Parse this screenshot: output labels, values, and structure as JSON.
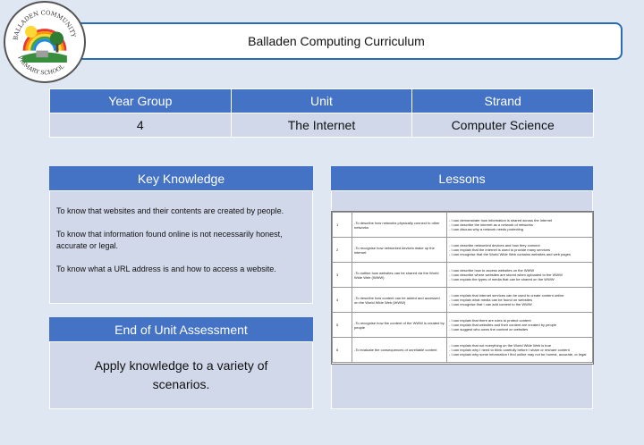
{
  "header": {
    "title": "Balladen Computing Curriculum",
    "logo_text_top": "BALLADEN COMMUNITY",
    "logo_text_bottom": "PRIMARY SCHOOL"
  },
  "info_table": {
    "headers": [
      "Year Group",
      "Unit",
      "Strand"
    ],
    "values": [
      "4",
      "The Internet",
      "Computer Science"
    ]
  },
  "key_knowledge": {
    "title": "Key Knowledge",
    "items": [
      "To know that websites and their contents are created by people.",
      "To know that information found online is not necessarily honest, accurate or legal.",
      "To know what a URL address is and how to access a website."
    ]
  },
  "assessment": {
    "title": "End of Unit Assessment",
    "text": "Apply knowledge to a variety of scenarios."
  },
  "lessons": {
    "title": "Lessons",
    "rows": [
      {
        "num": "1",
        "objective": "-To describe how networks physically connect to other networks",
        "outcomes": [
          "- I can demonstrate how information is shared across the internet",
          "- I can describe the internet as a network of networks",
          "- I can discuss why a network needs protecting"
        ]
      },
      {
        "num": "2",
        "objective": "-To recognise how networked devices make up the internet",
        "outcomes": [
          "- I can describe networked devices and how they connect",
          "- I can explain that the internet is used to provide many services",
          "- I can recognise that the World Wide Web contains websites and web pages"
        ]
      },
      {
        "num": "3",
        "objective": "-To outline how websites can be shared via the World Wide Web (WWW)",
        "outcomes": [
          "- I can describe how to access websites on the WWW",
          "- I can describe where websites are stored when uploaded to the WWW",
          "- I can explain the types of media that can be shared on the WWW"
        ]
      },
      {
        "num": "4",
        "objective": "-To describe how content can be added and accessed on the World Wide Web (WWW)",
        "outcomes": [
          "- I can explain that internet services can be used to create content online",
          "- I can explain what media can be found on websites",
          "- I can recognise that I can add content to the WWW"
        ]
      },
      {
        "num": "5",
        "objective": "-To recognise how the content of the WWW is created by people",
        "outcomes": [
          "- I can explain that there are rules to protect content",
          "- I can explain that websites and their content are created by people",
          "- I can suggest who owns the content on websites"
        ]
      },
      {
        "num": "6",
        "objective": "-To evaluate the consequences of unreliable content",
        "outcomes": [
          "- I can explain that not everything on the World Wide Web is true",
          "- I can explain why I need to think carefully before I share or reshare content",
          "- I can explain why some information I find online may not be honest, accurate, or legal"
        ]
      }
    ]
  }
}
